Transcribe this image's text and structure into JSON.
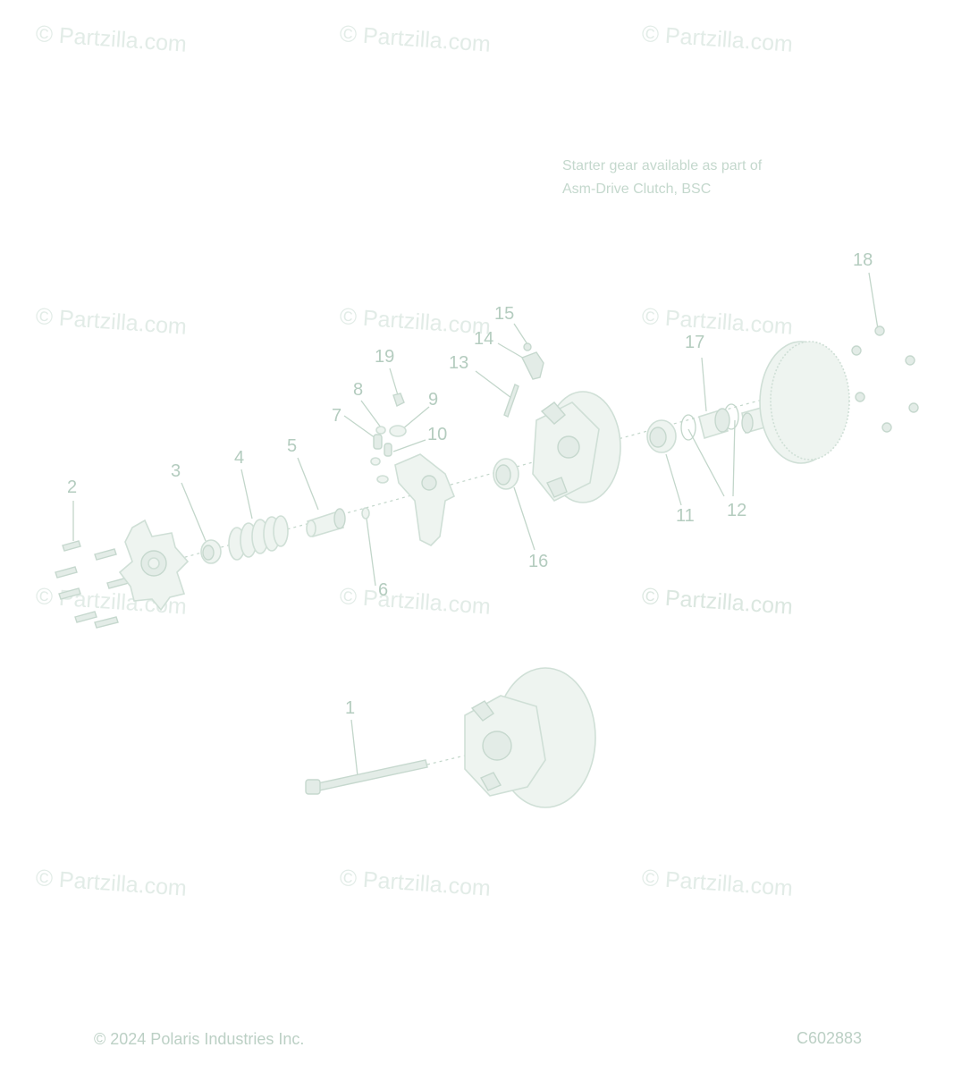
{
  "watermark_text": "Partzilla.com",
  "watermark_symbol": "©",
  "note_lines": [
    "Starter gear available as part of",
    "Asm-Drive Clutch, BSC"
  ],
  "callouts": {
    "c1": "1",
    "c2": "2",
    "c3": "3",
    "c4": "4",
    "c5": "5",
    "c6": "6",
    "c7": "7",
    "c8": "8",
    "c9": "9",
    "c10": "10",
    "c11": "11",
    "c12": "12",
    "c13": "13",
    "c14": "14",
    "c15": "15",
    "c16": "16",
    "c17": "17",
    "c18": "18",
    "c19": "19"
  },
  "footer": {
    "copyright": "© 2024 Polaris Industries Inc.",
    "figure_id": "C602883"
  },
  "colors": {
    "line": "#c2d6ca",
    "fill": "#eef4f0",
    "watermark": "#e2ece7",
    "text": "#b4ccbf"
  }
}
